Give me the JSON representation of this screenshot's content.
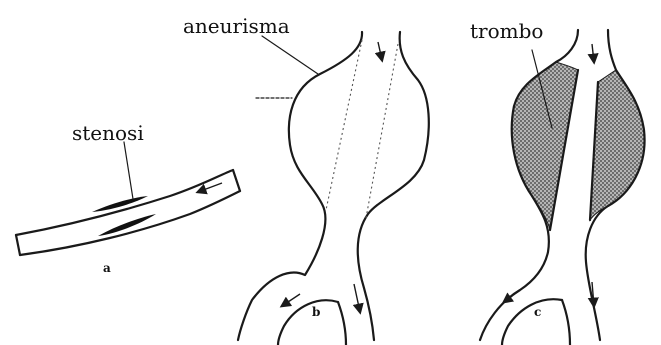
{
  "labels": {
    "stenosi": "stenosi",
    "aneurisma": "aneurisma",
    "trombo": "trombo",
    "panel_a": "a",
    "panel_b": "b",
    "panel_c": "c"
  },
  "colors": {
    "ink": "#1a1a1a",
    "thrombus_fill": "#8a8a8a",
    "background": "#ffffff"
  }
}
